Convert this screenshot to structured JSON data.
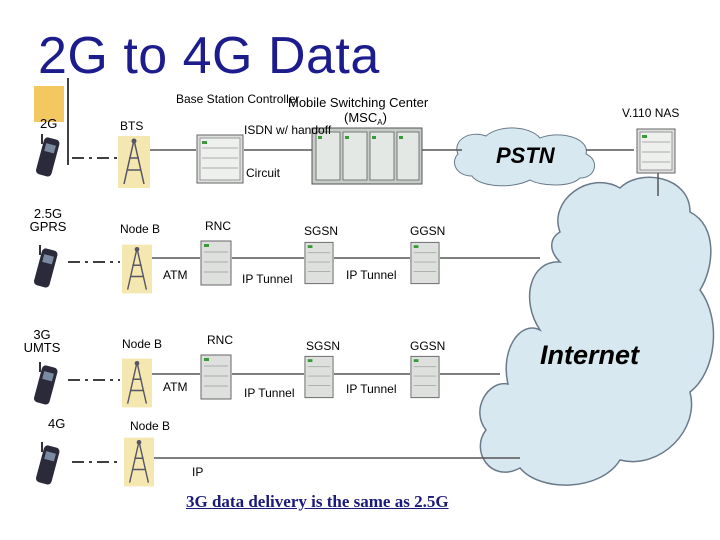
{
  "title": "2G to 4G Data",
  "labels": {
    "bsc": "Base Station Controller",
    "msc": "Mobile Switching Center",
    "msc_sub_open": "(MSC",
    "msc_sub_a": "A",
    "msc_sub_close": ")",
    "v110": "V.110 NAS",
    "row2g": "2G",
    "bts": "BTS",
    "isdn": "ISDN w/ handoff",
    "pstn": "PSTN",
    "circuit": "Circuit",
    "row25g_a": "2.5G",
    "row25g_b": "GPRS",
    "nodeb1": "Node B",
    "rnc1": "RNC",
    "sgsn1": "SGSN",
    "ggsn1": "GGSN",
    "atm1": "ATM",
    "iptunnel1a": "IP Tunnel",
    "iptunnel1b": "IP Tunnel",
    "row3g_a": "3G",
    "row3g_b": "UMTS",
    "nodeb2": "Node B",
    "rnc2": "RNC",
    "sgsn2": "SGSN",
    "ggsn2": "GGSN",
    "atm2": "ATM",
    "iptunnel2a": "IP Tunnel",
    "iptunnel2b": "IP Tunnel",
    "internet": "Internet",
    "row4g": "4G",
    "nodeb3": "Node B",
    "ip": "IP",
    "caption": "3G data delivery is the same as 2.5G"
  },
  "colors": {
    "title": "#1c1c8c",
    "cloud_fill": "#d8e8f0",
    "cloud_stroke": "#6a7a8a",
    "legend_box": "#f4c860",
    "caption": "#1a1a7a"
  }
}
